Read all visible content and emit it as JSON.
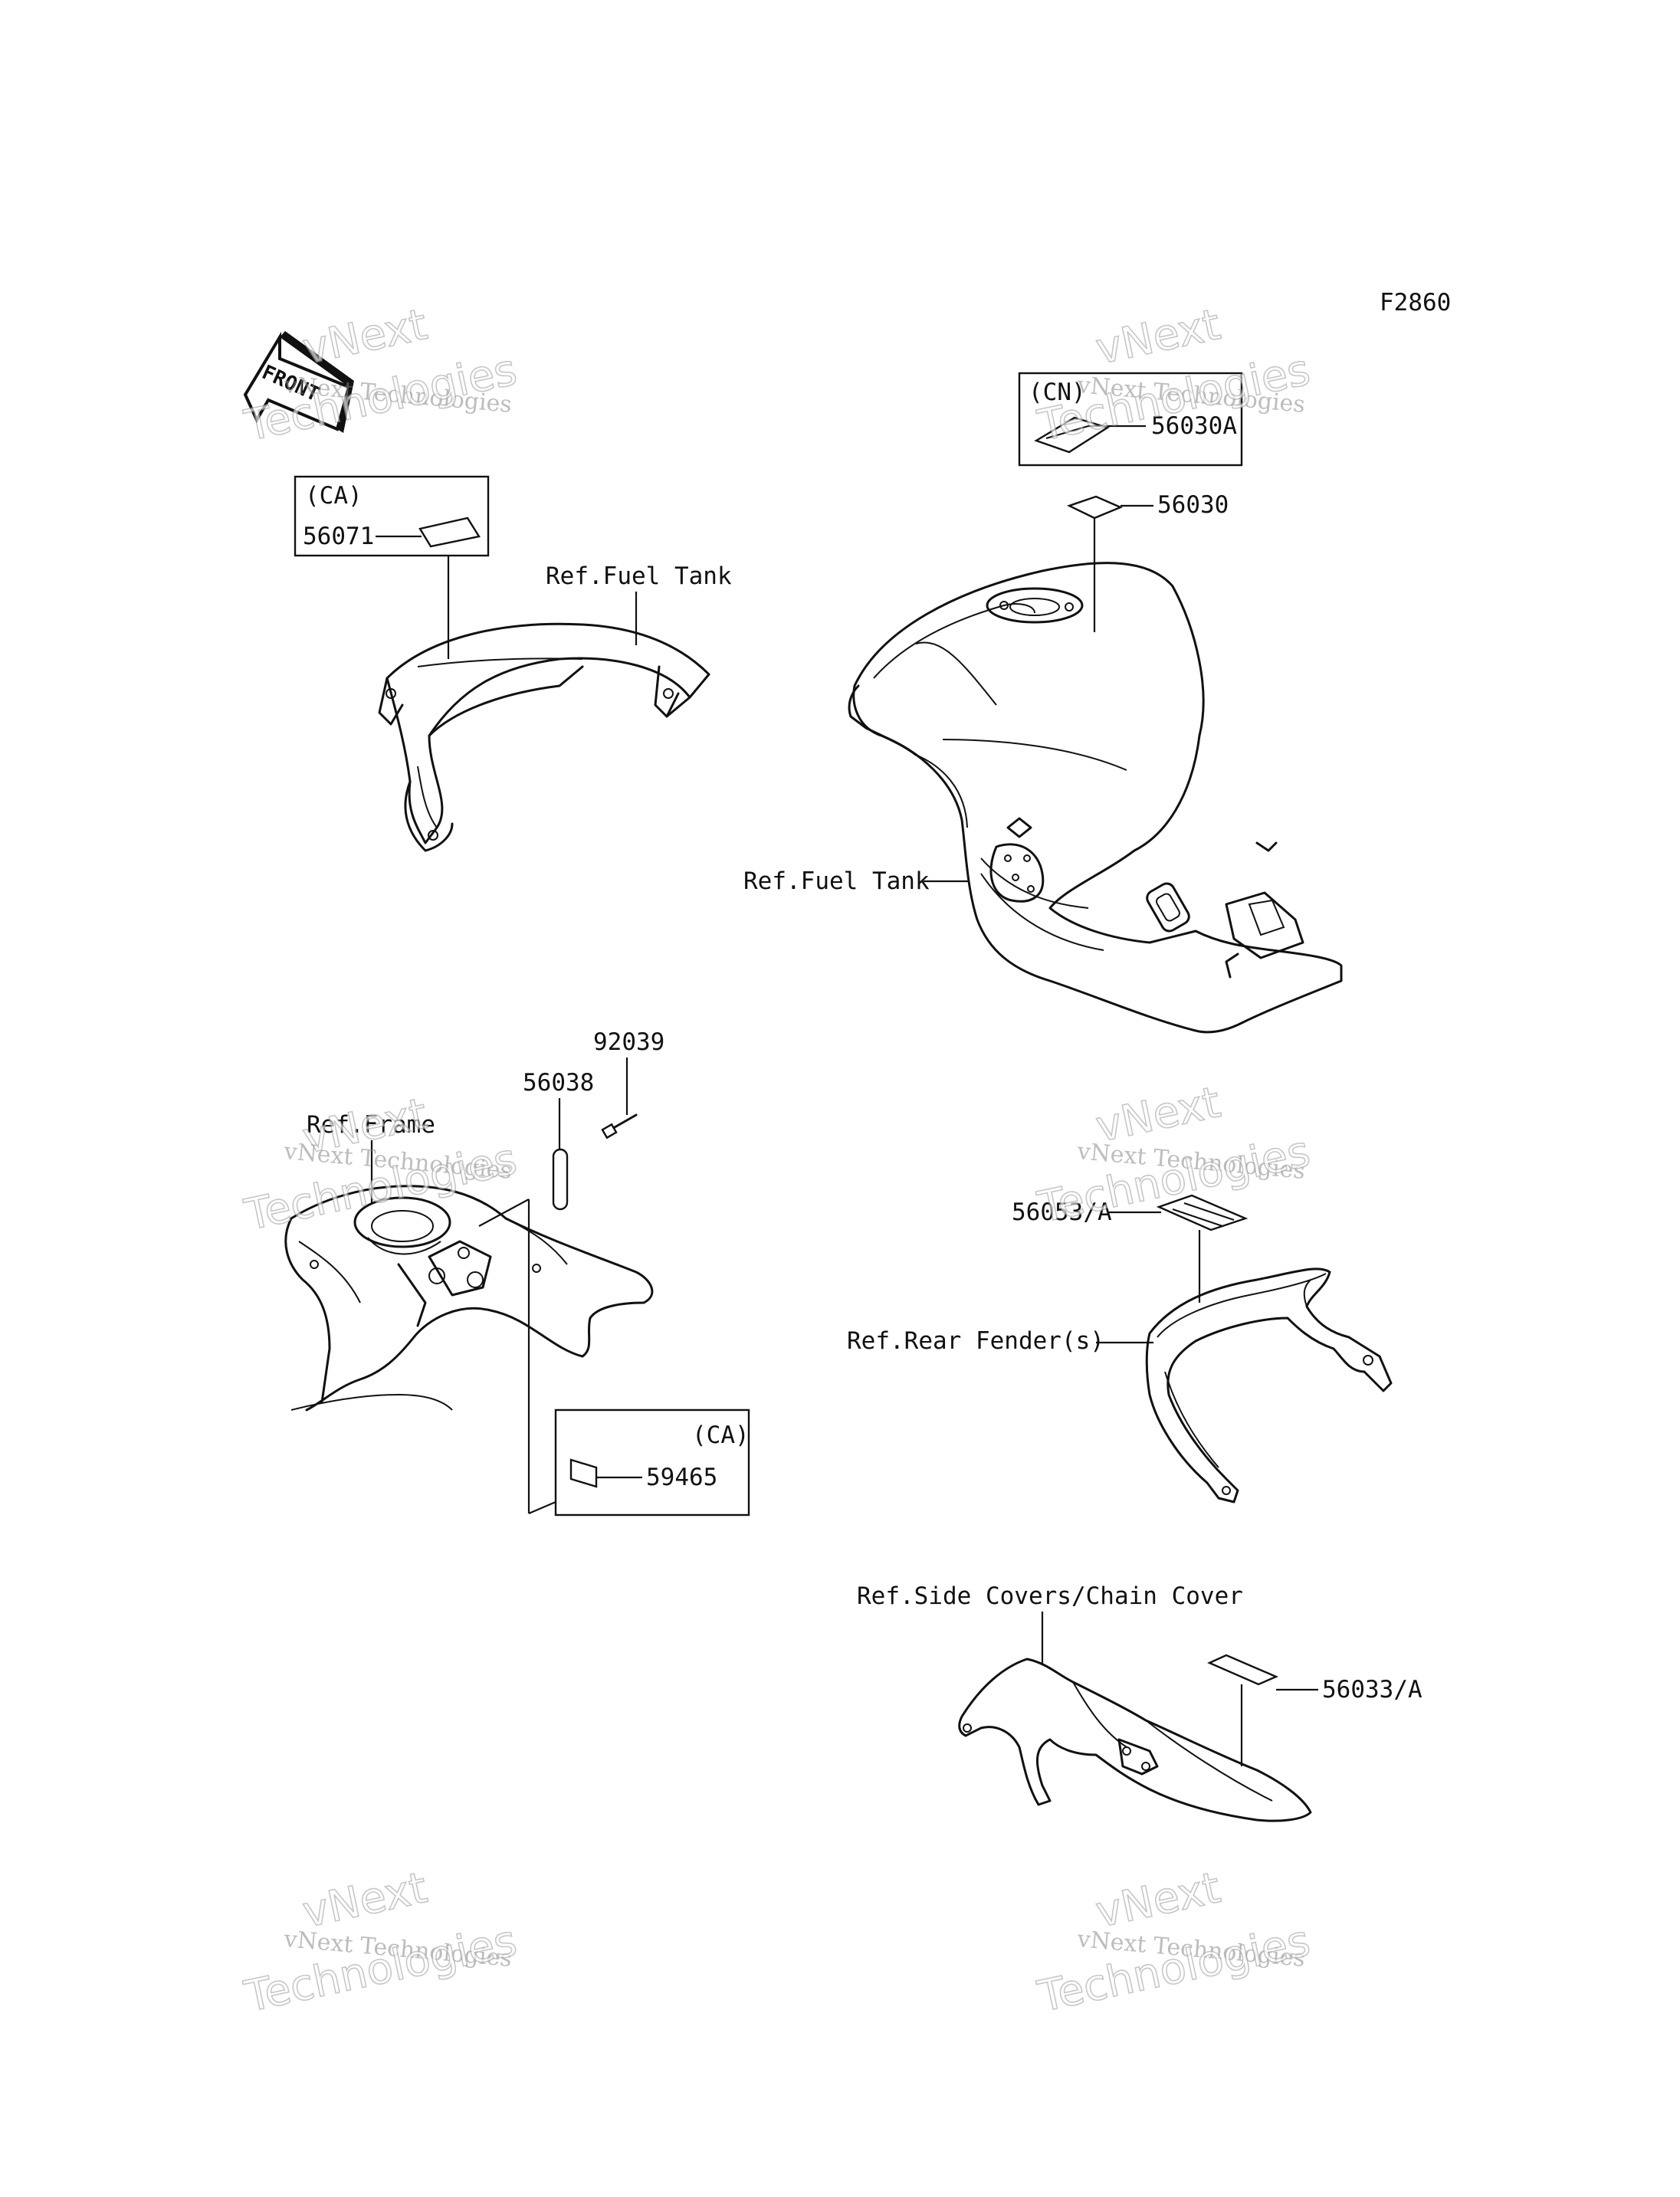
{
  "figure_code": "F2860",
  "watermark": {
    "line_top": "vNext",
    "line_mid": "vNext Technologies",
    "line_big": "Technologies"
  },
  "front_arrow": {
    "text": "FRONT"
  },
  "callouts": {
    "part_56071": "56071",
    "region_ca_1": "(CA)",
    "ref_fuel_tank_1": "Ref.Fuel Tank",
    "region_cn": "(CN)",
    "part_56030a": "56030A",
    "part_56030": "56030",
    "ref_fuel_tank_2": "Ref.Fuel Tank",
    "part_92039": "92039",
    "part_56038": "56038",
    "ref_frame": "Ref.Frame",
    "region_ca_2": "(CA)",
    "part_59465": "59465",
    "part_56053a": "56053/A",
    "ref_rear_fender": "Ref.Rear Fender(s)",
    "ref_side_covers": "Ref.Side Covers/Chain Cover",
    "part_56033a": "56033/A"
  }
}
